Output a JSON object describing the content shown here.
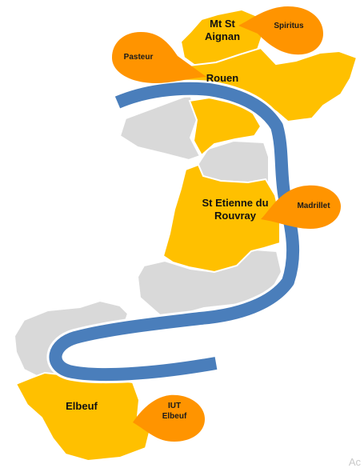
{
  "areas": {
    "mt_st_aignan": "Mt St Aignan",
    "rouen": "Rouen",
    "st_etienne": "St Etienne du Rouvray",
    "elbeuf": "Elbeuf"
  },
  "sites": {
    "spiritus": "Spiritus",
    "pasteur": "Pasteur",
    "madrillet": "Madrillet",
    "iut_elbeuf": "IUT Elbeuf"
  },
  "colors": {
    "city": "#FFC000",
    "other_commune": "#D9D9D9",
    "river": "#4A7EBB",
    "site_bubble": "#FF9400"
  },
  "watermark": "Ac"
}
